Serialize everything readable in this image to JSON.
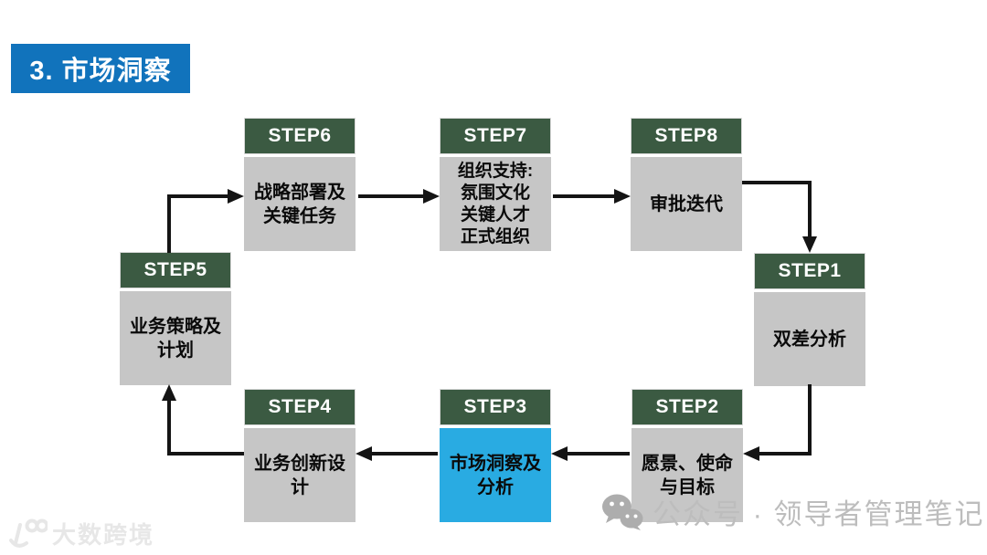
{
  "title": "3. 市场洞察",
  "steps": [
    {
      "label": "STEP1",
      "body": "双差分析"
    },
    {
      "label": "STEP2",
      "body": "愿景、使命\n与目标"
    },
    {
      "label": "STEP3",
      "body": "市场洞察及\n分析",
      "highlighted": true
    },
    {
      "label": "STEP4",
      "body": "业务创新设\n计"
    },
    {
      "label": "STEP5",
      "body": "业务策略及\n计划"
    },
    {
      "label": "STEP6",
      "body": "战略部署及\n关键任务"
    },
    {
      "label": "STEP7",
      "body": "组织支持:\n氛围文化\n关键人才\n正式组织"
    },
    {
      "label": "STEP8",
      "body": "审批迭代"
    }
  ],
  "flow_order": [
    "STEP1",
    "STEP2",
    "STEP3",
    "STEP4",
    "STEP5",
    "STEP6",
    "STEP7",
    "STEP8"
  ],
  "watermarks": {
    "bottom_right_text": "公众号 · 领导者管理笔记",
    "bottom_right_icon": "wechat-icon",
    "bottom_left_text": "大数跨境",
    "bottom_left_icon": "logo-100-icon"
  },
  "colors": {
    "title_bg": "#1173BC",
    "step_header_bg": "#3B5A42",
    "step_body_bg": "#C6C6C6",
    "highlight_body_bg": "#29ABE2",
    "arrow": "#141414",
    "watermark": "#BDBDBD",
    "watermark_faint": "#E7E7E7"
  }
}
